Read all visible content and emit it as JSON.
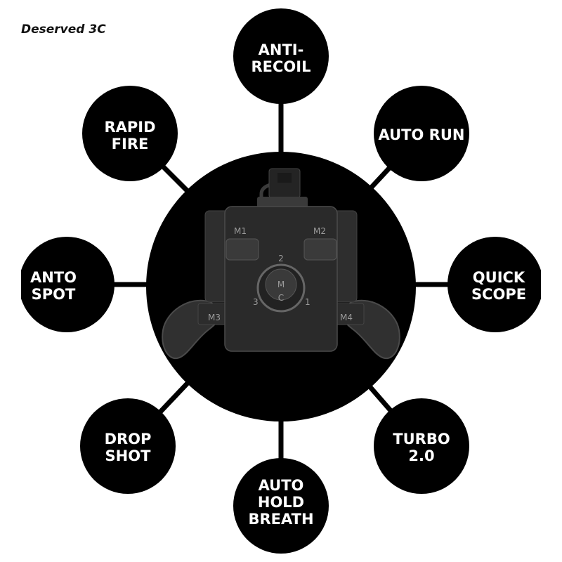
{
  "brand": {
    "watermark": "Deserved 3C"
  },
  "features": [
    {
      "id": "anti-recoil",
      "lines": [
        "ANTI-",
        "RECOIL"
      ]
    },
    {
      "id": "auto-run",
      "lines": [
        "AUTO RUN"
      ]
    },
    {
      "id": "quick-scope",
      "lines": [
        "QUICK",
        "SCOPE"
      ]
    },
    {
      "id": "turbo",
      "lines": [
        "TURBO",
        "2.0"
      ]
    },
    {
      "id": "auto-hold-breath",
      "lines": [
        "AUTO",
        "HOLD",
        "BREATH"
      ]
    },
    {
      "id": "drop-shot",
      "lines": [
        "DROP",
        "SHOT"
      ]
    },
    {
      "id": "anto-spot",
      "lines": [
        "ANTO",
        "SPOT"
      ]
    },
    {
      "id": "rapid-fire",
      "lines": [
        "RAPID",
        "FIRE"
      ]
    }
  ],
  "device": {
    "buttons": {
      "m1": "M1",
      "m2": "M2",
      "m3": "M3",
      "m4": "M4"
    },
    "dial": {
      "center": "M",
      "bottom": "C",
      "n1": "1",
      "n2": "2",
      "n3": "3"
    }
  },
  "colors": {
    "background": "#ffffff",
    "circle": "#000000",
    "device": "#2a2a2a",
    "text": "#ffffff"
  }
}
